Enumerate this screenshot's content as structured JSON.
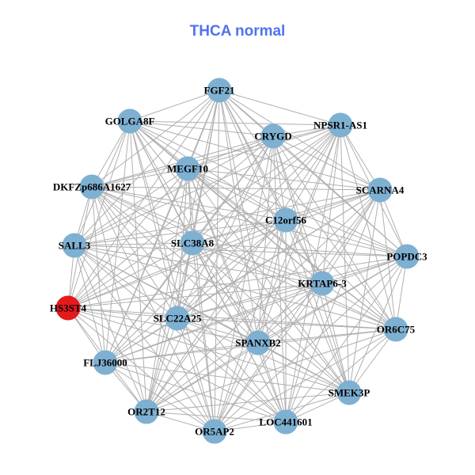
{
  "title": "THCA normal",
  "colors": {
    "node": "#7eb0d2",
    "highlight": "#e41a1c",
    "edge": "#b0b0b0",
    "title": "#4f73f0"
  },
  "nodes": [
    {
      "label": "FGF21",
      "highlight": false
    },
    {
      "label": "GOLGA8F",
      "highlight": false
    },
    {
      "label": "CRYGD",
      "highlight": false
    },
    {
      "label": "NPSR1-AS1",
      "highlight": false
    },
    {
      "label": "MEGF10",
      "highlight": false
    },
    {
      "label": "DKFZp686A1627",
      "highlight": false
    },
    {
      "label": "SCARNA4",
      "highlight": false
    },
    {
      "label": "C12orf56",
      "highlight": false
    },
    {
      "label": "SALL3",
      "highlight": false
    },
    {
      "label": "SLC38A8",
      "highlight": false
    },
    {
      "label": "POPDC3",
      "highlight": false
    },
    {
      "label": "KRTAP6-3",
      "highlight": false
    },
    {
      "label": "HS3ST4",
      "highlight": true
    },
    {
      "label": "SLC22A25",
      "highlight": false
    },
    {
      "label": "OR6C75",
      "highlight": false
    },
    {
      "label": "SPANXB2",
      "highlight": false
    },
    {
      "label": "FLJ36000",
      "highlight": false
    },
    {
      "label": "SMEK3P",
      "highlight": false
    },
    {
      "label": "OR2T12",
      "highlight": false
    },
    {
      "label": "LOC441601",
      "highlight": false
    },
    {
      "label": "OR5AP2",
      "highlight": false
    }
  ],
  "edges": "all-pairs"
}
